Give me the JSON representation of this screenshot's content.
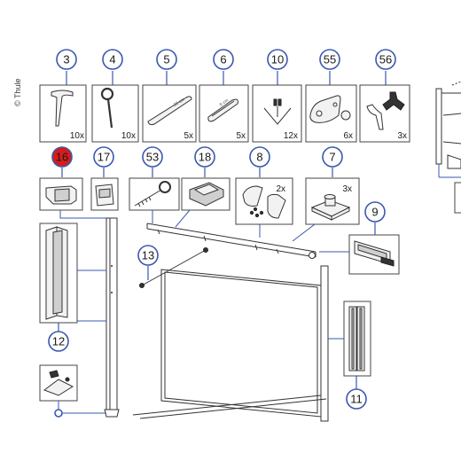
{
  "copyright": "© Thule",
  "parts": [
    {
      "id": "3",
      "qty": "10x",
      "icon": "peg-icon"
    },
    {
      "id": "4",
      "qty": "10x",
      "icon": "ring-peg-icon"
    },
    {
      "id": "5",
      "qty": "5x",
      "icon": "strap-icon",
      "marking": "22 cm"
    },
    {
      "id": "6",
      "qty": "5x",
      "icon": "strap-icon",
      "marking": "8 cm"
    },
    {
      "id": "10",
      "qty": "12x",
      "icon": "anchor-icon"
    },
    {
      "id": "55",
      "qty": "6x",
      "icon": "bracket-icon"
    },
    {
      "id": "56",
      "qty": "3x",
      "icon": "clip-icon"
    },
    {
      "id": "16",
      "qty": "",
      "icon": "end-cap-icon",
      "highlight": "#d81b1b"
    },
    {
      "id": "17",
      "qty": "",
      "icon": "support-head-icon"
    },
    {
      "id": "53",
      "qty": "",
      "icon": "eye-bolt-icon"
    },
    {
      "id": "18",
      "qty": "",
      "icon": "clamp-icon"
    },
    {
      "id": "8",
      "qty": "2x",
      "icon": "cap-set-icon"
    },
    {
      "id": "7",
      "qty": "3x",
      "icon": "mount-icon"
    },
    {
      "id": "9",
      "qty": "",
      "icon": "crank-housing-icon"
    },
    {
      "id": "13",
      "qty": "",
      "icon": "tension-rafter-icon"
    },
    {
      "id": "12",
      "qty": "",
      "icon": "leg-channel-icon"
    },
    {
      "id": "11",
      "qty": "",
      "icon": "rail-icon"
    }
  ],
  "colors": {
    "callout": "#3a58b0",
    "highlight": "#d81b1b",
    "line": "#333333"
  }
}
